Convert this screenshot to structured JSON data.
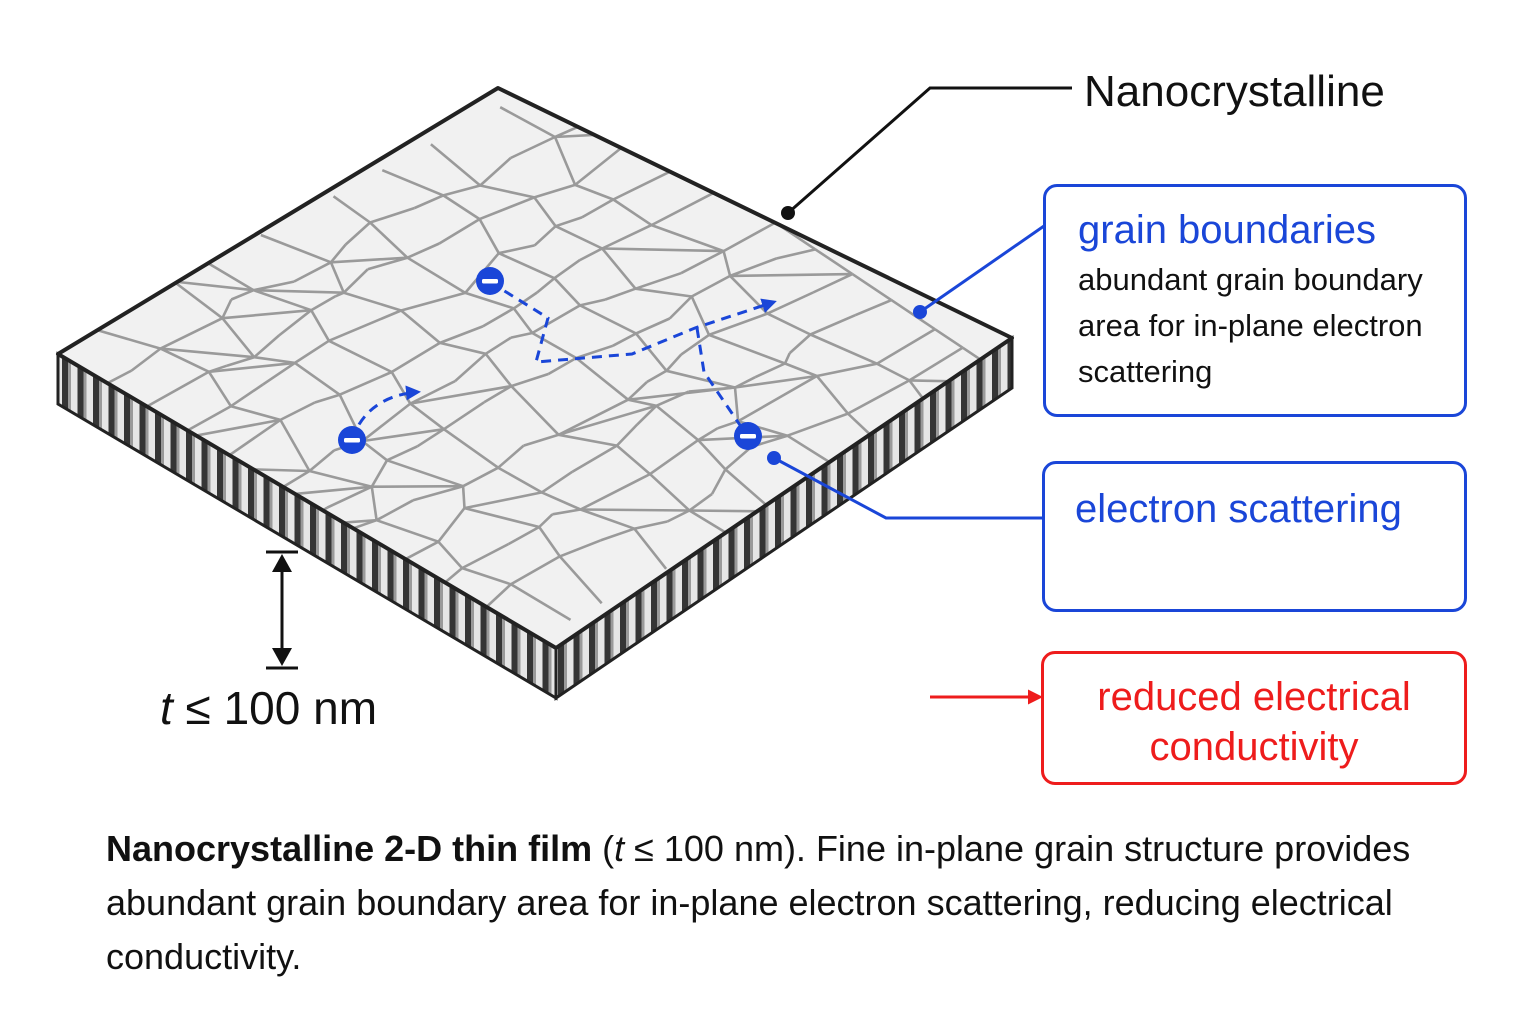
{
  "labels": {
    "nanocrystalline": "Nanocrystalline",
    "thickness_var": "t",
    "thickness_rest": " ≤ 100 nm"
  },
  "grain_boundaries": {
    "title": "grain boundaries",
    "body": "abundant grain boundary area for in-plane electron scattering"
  },
  "electron_scattering": {
    "title": "electron scattering"
  },
  "result": {
    "text": "reduced electrical conductivity"
  },
  "caption": {
    "bold": "Nanocrystalline 2-D thin film",
    "paren_open": " (",
    "var": "t",
    "paren_rest": " ≤ 100 nm).",
    "rest": " Fine in-plane grain structure provides abundant grain boundary area for in-plane electron scattering, reducing electrical conductivity."
  },
  "colors": {
    "blue": "#1a46d8",
    "red": "#ee1c1c",
    "grain_line": "#9a9a9a",
    "film_top": "#f1f1f1",
    "side_light": "#e4e4e4",
    "side_dark": "#3a3a3a"
  },
  "icons": {
    "electron": "minus-circle-icon"
  }
}
